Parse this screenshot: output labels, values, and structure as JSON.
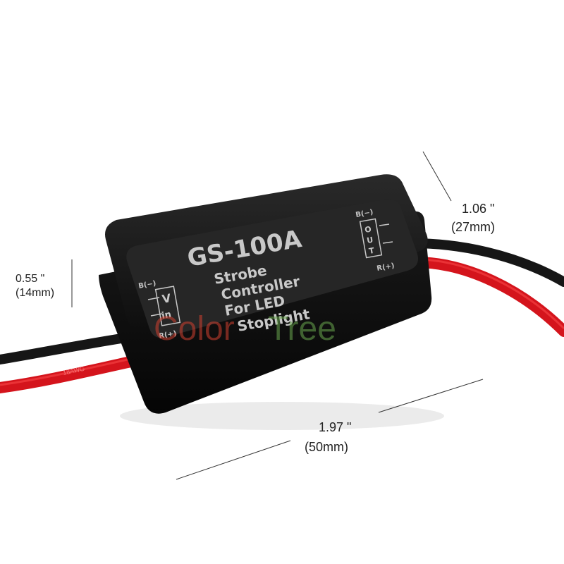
{
  "colors": {
    "background": "#ffffff",
    "case": "#141414",
    "label_panel": "#262626",
    "label_text": "#c8c8c8",
    "wire_red": "#d4141c",
    "wire_black": "#161616",
    "dim_line": "#333333",
    "watermark_red": "#d04030",
    "watermark_green": "#6aa84f"
  },
  "device": {
    "model": "GS-100A",
    "description_lines": [
      "Strobe",
      "Controller",
      "For LED",
      "Stoplight"
    ],
    "input_port": {
      "top": "B(−)",
      "letters": [
        "V",
        "in"
      ],
      "bottom": "R(+)"
    },
    "output_port": {
      "top": "B(−)",
      "letters": [
        "O",
        "U",
        "T"
      ],
      "bottom": "R(+)"
    },
    "wire_print": "18AWG"
  },
  "watermark": {
    "part1": "Color",
    "part2": "Tree"
  },
  "dimensions": {
    "height": {
      "inches": "0.55 \"",
      "mm": "(14mm)"
    },
    "width": {
      "inches": "1.06 \"",
      "mm": "(27mm)"
    },
    "length": {
      "inches": "1.97 \"",
      "mm": "(50mm)"
    }
  }
}
